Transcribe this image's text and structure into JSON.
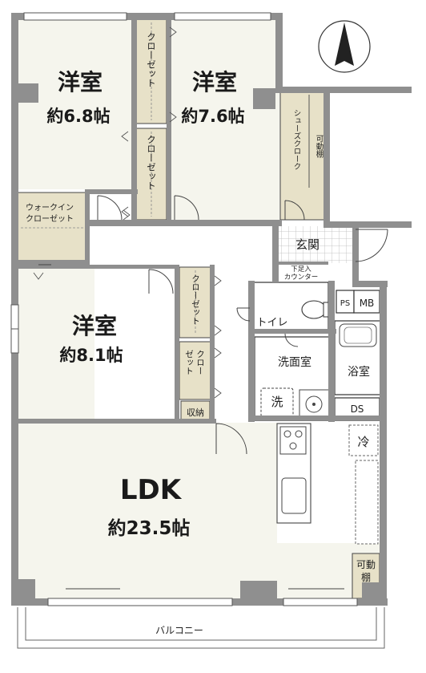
{
  "compass": {
    "icon": "north-arrow-icon"
  },
  "rooms": {
    "western_room_1": {
      "name": "洋室",
      "size": "約6.8帖"
    },
    "western_room_2": {
      "name": "洋室",
      "size": "約7.6帖"
    },
    "western_room_3": {
      "name": "洋室",
      "size": "約8.1帖"
    },
    "ldk": {
      "name": "LDK",
      "size": "約23.5帖"
    }
  },
  "labels": {
    "closet": "クローゼット",
    "closet_split_top": "クロー",
    "closet_split_bottom": "ゼット",
    "walk_in_top": "ウォークイン",
    "walk_in_bottom": "クローゼット",
    "shoes_cloak": "シューズクローク",
    "movable_shelf": "可動棚",
    "movable_shelf_top": "可動",
    "movable_shelf_bottom": "棚",
    "entrance": "玄関",
    "under_foot_top": "下足入",
    "under_foot_bottom": "カウンター",
    "toilet": "トイレ",
    "ps": "PS",
    "mb": "MB",
    "washroom": "洗面室",
    "washer": "洗",
    "bathroom": "浴室",
    "ds": "DS",
    "storage": "収納",
    "fridge": "冷",
    "balcony": "バルコニー"
  }
}
